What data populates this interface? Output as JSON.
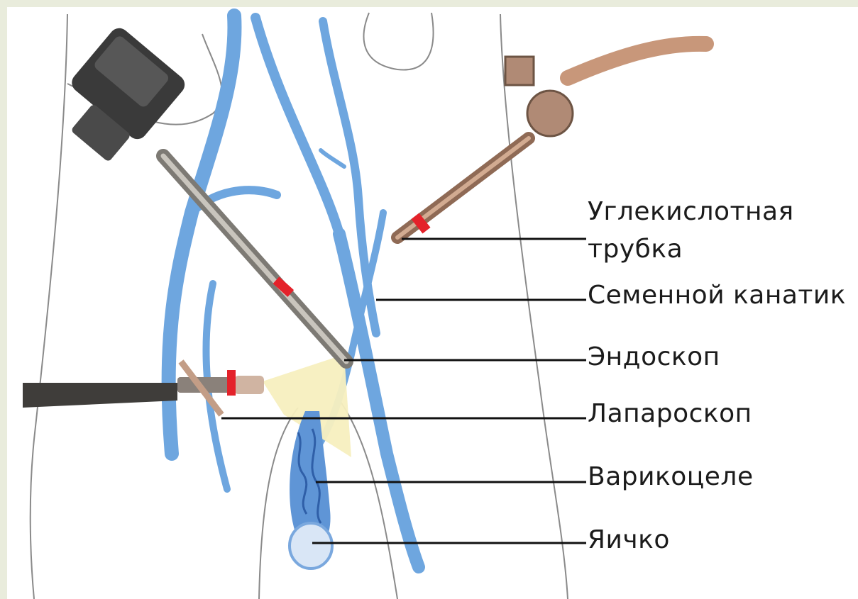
{
  "labels": {
    "co2_tube_line1": "Углекислотная",
    "co2_tube_line2": "трубка",
    "spermatic_cord": "Семенной канатик",
    "endoscope": "Эндоскоп",
    "laparoscope": "Лапароскоп",
    "varicocele": "Варикоцеле",
    "testicle": "Яичко"
  },
  "colors": {
    "background": "#e9ecdc",
    "vessel_blue": "#6ea6df",
    "light_cone": "#f7efbf",
    "instrument_steel": "#9c9891",
    "co2_tube_copper": "#c8977a",
    "marker_red": "#e4222a",
    "camera_body": "#3a3a3a"
  }
}
